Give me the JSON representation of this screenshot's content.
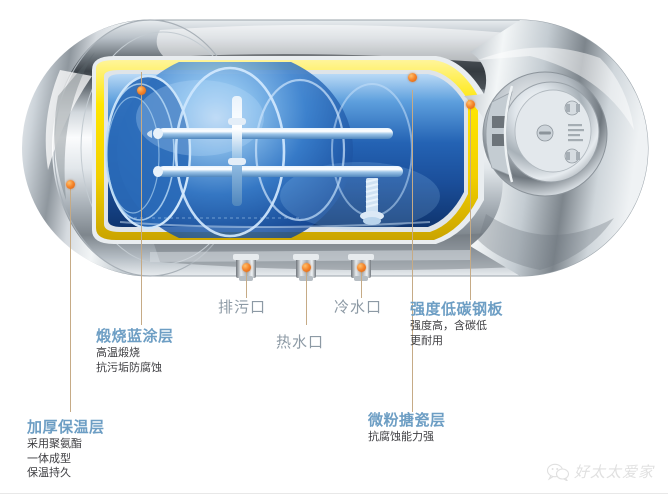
{
  "illustration": {
    "name": "electric-water-heater-cutaway",
    "description": "横式电热水器剖面图",
    "colors": {
      "shell_chrome_light": "#f4f6f7",
      "shell_chrome_mid": "#9aa3ab",
      "shell_chrome_dark": "#3d434a",
      "insulation_yellow": "#f5e000",
      "insulation_yellow_dark": "#d8b400",
      "enamel_blue_light": "#bcd9f2",
      "enamel_blue_mid": "#2f6fc0",
      "enamel_blue_dark": "#143d82",
      "anchor_orange": "#f5842a",
      "leader_line": "#c6ab86",
      "heading_blue": "#6d9ec4",
      "port_label_gray": "#8d9aa5",
      "body_text": "#3e3e42"
    }
  },
  "callouts": [
    {
      "id": "insulation",
      "title": "加厚保温层",
      "lines": [
        "采用聚氨酯",
        "一体成型",
        "保温持久"
      ],
      "style": "blue"
    },
    {
      "id": "blue-coating",
      "title": "煅烧蓝涂层",
      "lines": [
        "高温煅烧",
        "抗污垢防腐蚀"
      ],
      "style": "blue"
    },
    {
      "id": "drain-port",
      "title": "排污口",
      "lines": [],
      "style": "gray"
    },
    {
      "id": "hot-water-port",
      "title": "热水口",
      "lines": [],
      "style": "gray"
    },
    {
      "id": "cold-water-port",
      "title": "冷水口",
      "lines": [],
      "style": "gray"
    },
    {
      "id": "low-carbon-steel",
      "title": "强度低碳钢板",
      "lines": [
        "强度高，含碳低",
        "更耐用"
      ],
      "style": "blue"
    },
    {
      "id": "micro-powder-enamel",
      "title": "微粉搪瓷层",
      "lines": [
        "抗腐蚀能力强"
      ],
      "style": "blue"
    }
  ],
  "watermark": {
    "text": "好太太爱家",
    "icon": "wechat-bubble-icon"
  }
}
